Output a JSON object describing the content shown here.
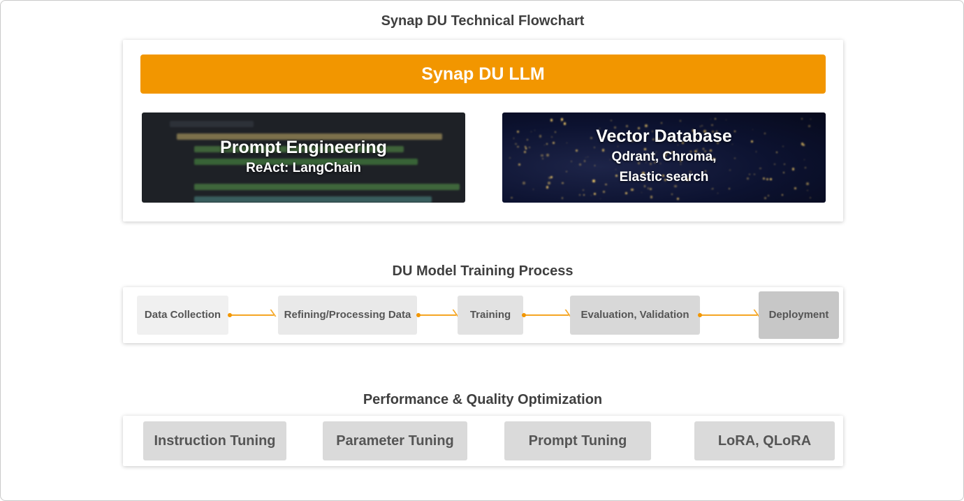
{
  "sections": {
    "flowchart": {
      "title": "Synap DU Technical Flowchart",
      "llm_label": "Synap DU LLM",
      "prompt_tile": {
        "title": "Prompt Engineering",
        "subtitle": "ReAct: LangChain"
      },
      "vector_tile": {
        "title": "Vector Database",
        "line1": "Qdrant, Chroma,",
        "line2": "Elastic search"
      }
    },
    "training": {
      "title": "DU Model Training Process",
      "steps": [
        "Data Collection",
        "Refining/Processing Data",
        "Training",
        "Evaluation, Validation",
        "Deployment"
      ]
    },
    "optimization": {
      "title": "Performance & Quality Optimization",
      "items": [
        "Instruction Tuning",
        "Parameter Tuning",
        "Prompt Tuning",
        "LoRA, QLoRA"
      ]
    }
  },
  "colors": {
    "accent": "#f29600",
    "connector": "#f5a623",
    "step_shades": [
      "#f0f0f0",
      "#e9e9e9",
      "#e2e2e2",
      "#d8d8d8",
      "#c7c7c7"
    ]
  }
}
